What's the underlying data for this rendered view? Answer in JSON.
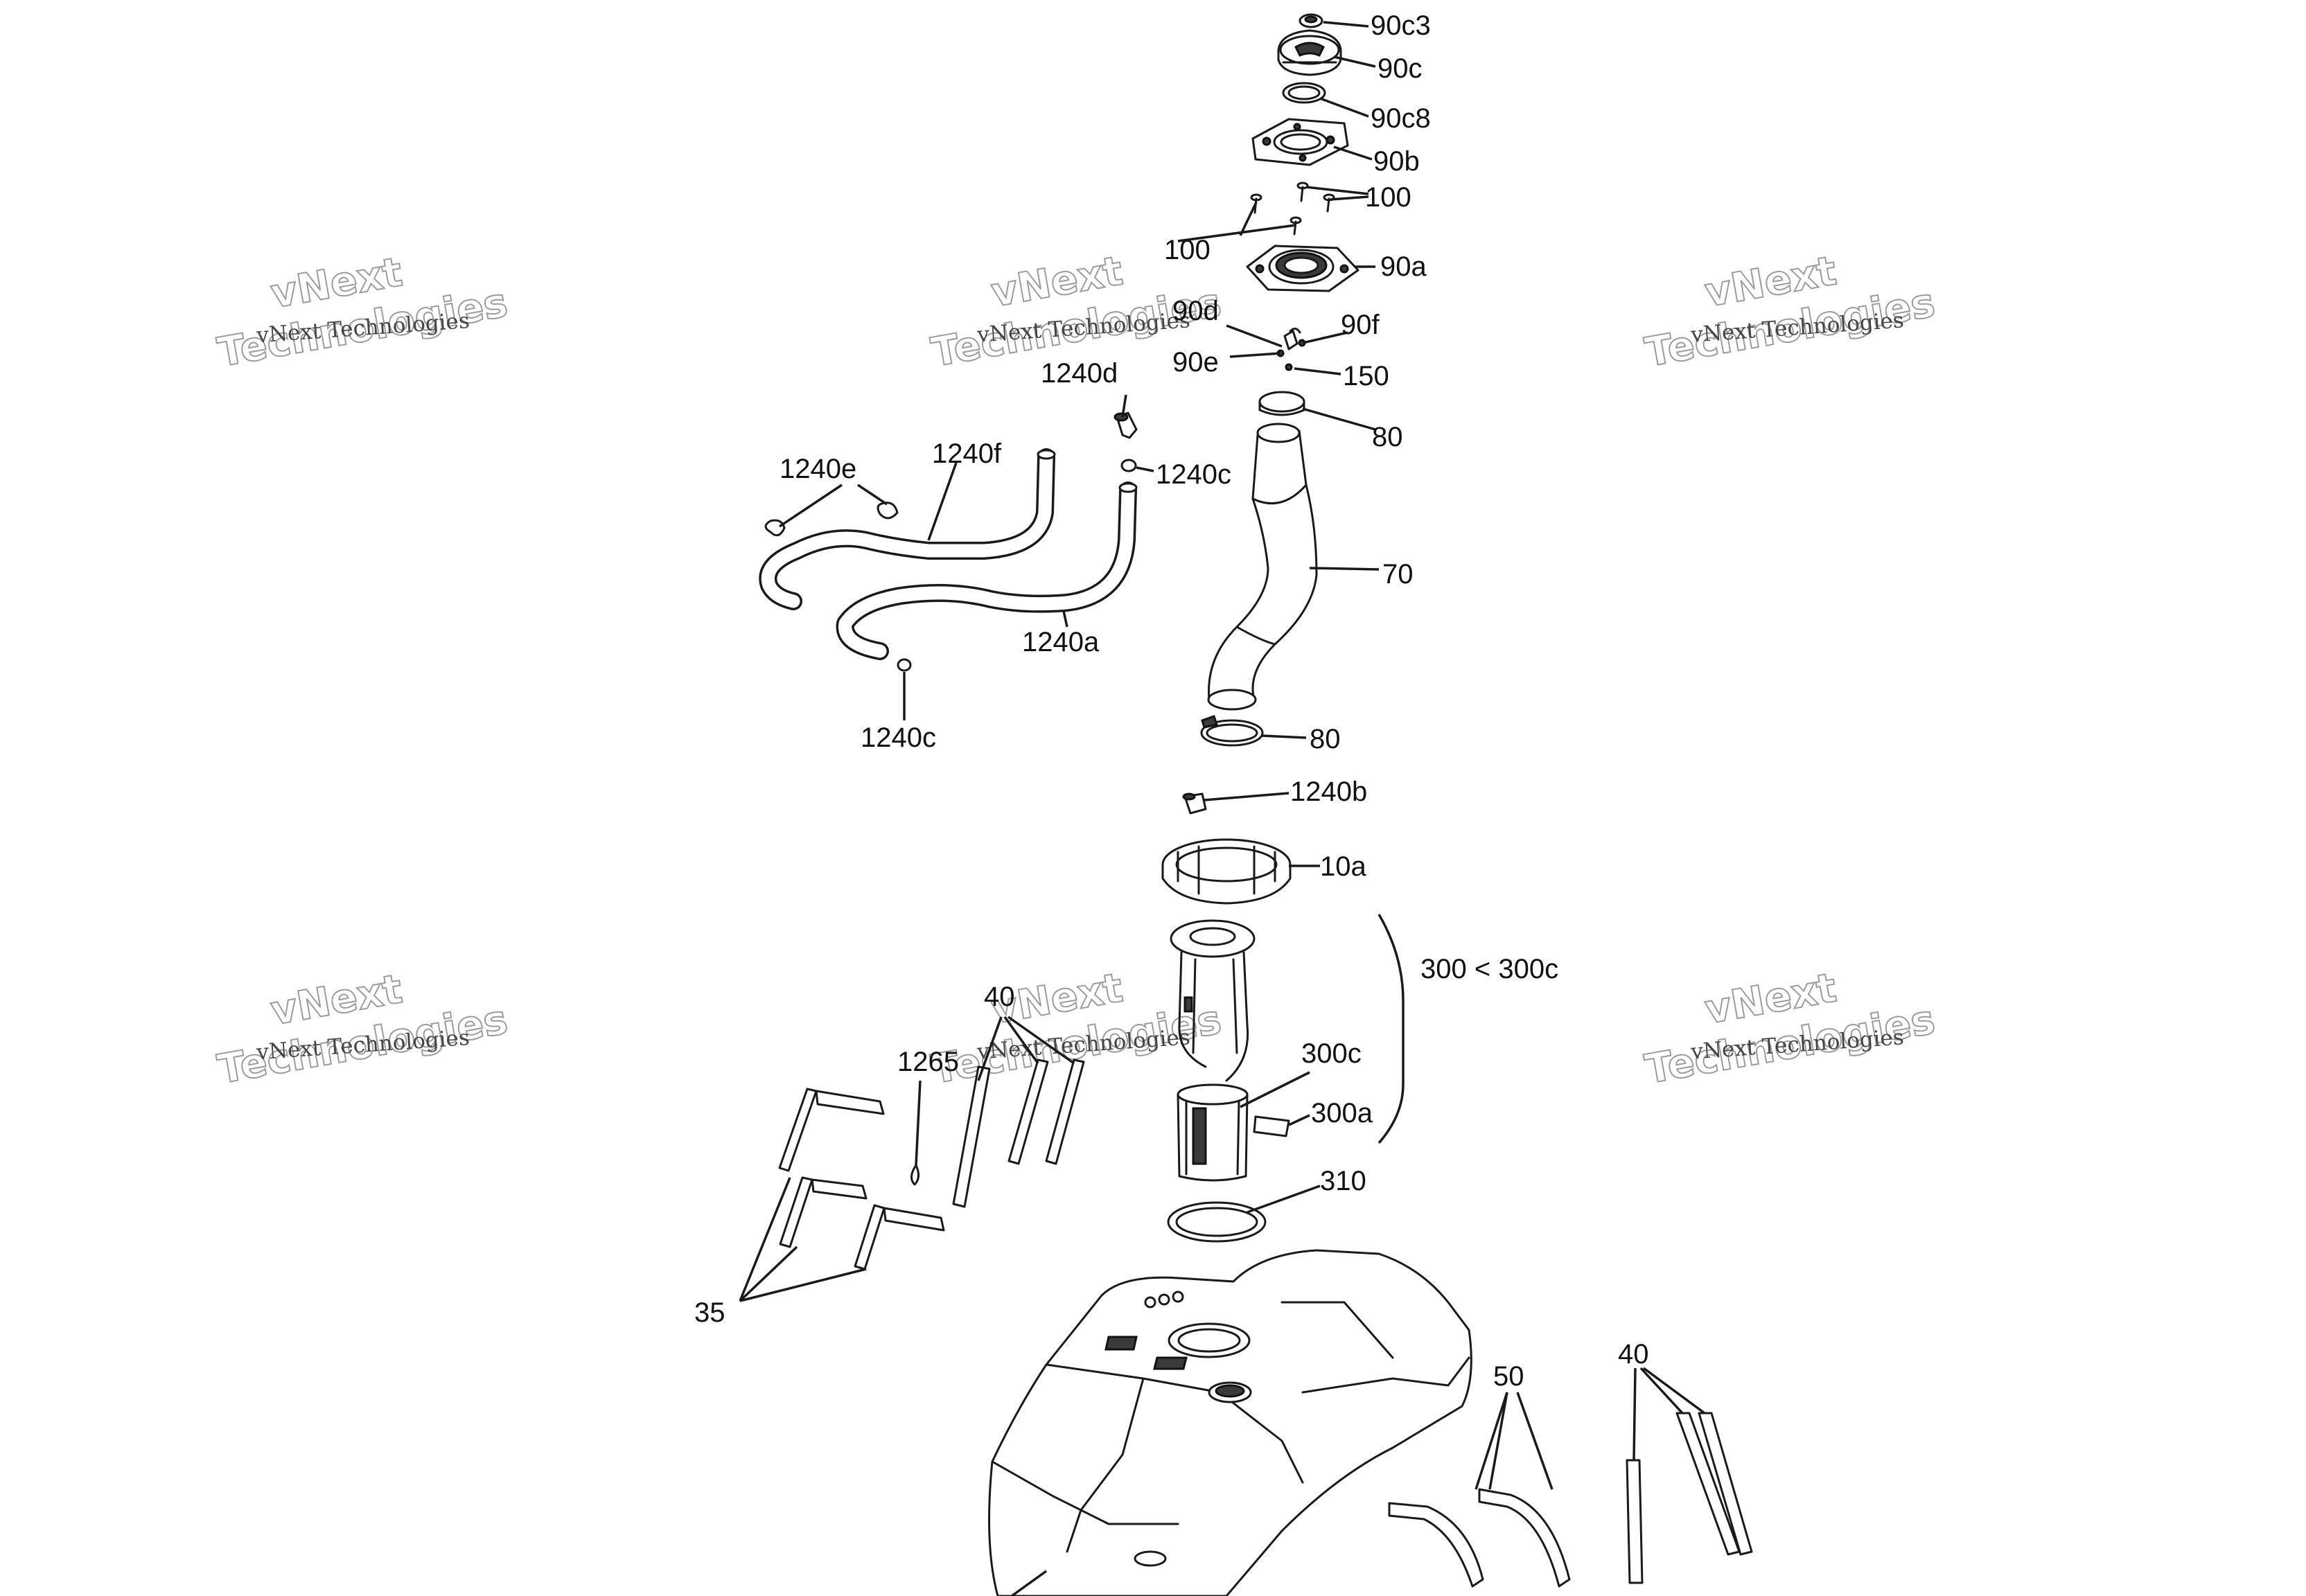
{
  "watermark": {
    "line1": "vNext Technologies",
    "line2": "vNext",
    "line3": "Technologies"
  },
  "callouts": {
    "c_90c3": "90c3",
    "c_90c": "90c",
    "c_90c8": "90c8",
    "c_90b": "90b",
    "c_100_right": "100",
    "c_100_left": "100",
    "c_90a": "90a",
    "c_90d": "90d",
    "c_90f": "90f",
    "c_90e": "90e",
    "c_150": "150",
    "c_1240d": "1240d",
    "c_80_top": "80",
    "c_1240e": "1240e",
    "c_1240f": "1240f",
    "c_1240c_upper": "1240c",
    "c_70": "70",
    "c_1240a": "1240a",
    "c_1240c_lower": "1240c",
    "c_80_bottom": "80",
    "c_1240b": "1240b",
    "c_10a": "10a",
    "c_300_group": "300 < 300c",
    "c_40_left": "40",
    "c_1265": "1265",
    "c_300c": "300c",
    "c_300a": "300a",
    "c_310": "310",
    "c_35": "35",
    "c_50": "50",
    "c_40_right": "40"
  }
}
